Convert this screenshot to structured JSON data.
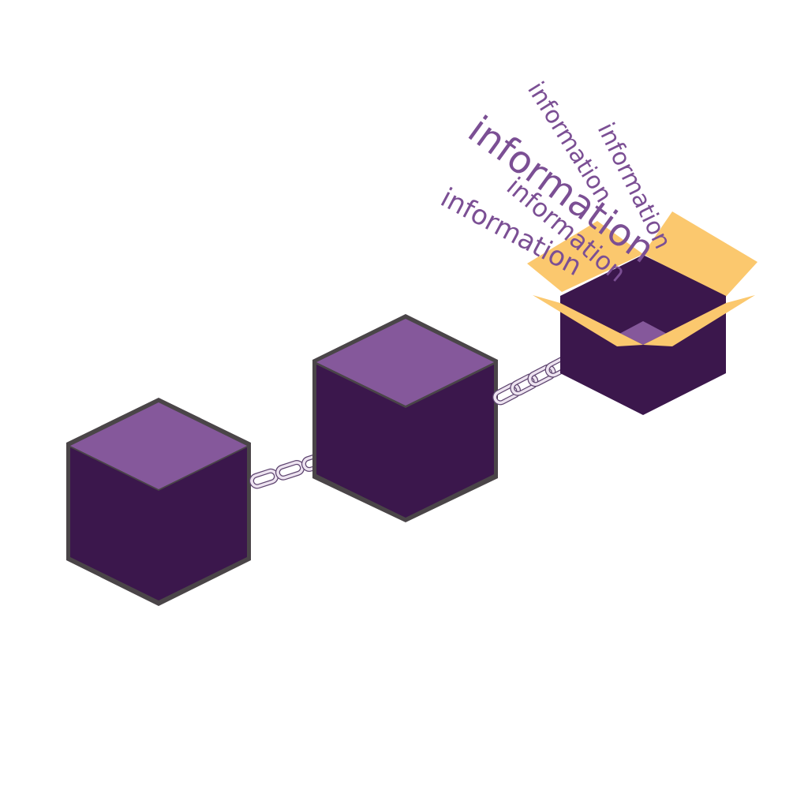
{
  "colors": {
    "background": "#ffffff",
    "cube_top": "#85589b",
    "cube_side": "#3b174c",
    "cube_outline": "#4a4548",
    "box_flap": "#fbc86e",
    "box_inner": "#85589b",
    "chain": "#ede3f0",
    "chain_outline": "#5e4570",
    "text": "#7b4f94"
  },
  "blocks": [
    {
      "name": "block-1",
      "kind": "closed-cube"
    },
    {
      "name": "block-2",
      "kind": "closed-cube"
    },
    {
      "name": "block-3",
      "kind": "open-box"
    }
  ],
  "chains": [
    {
      "name": "chain-1-2",
      "links": 4
    },
    {
      "name": "chain-2-3",
      "links": 5
    }
  ],
  "information_words": [
    {
      "text": "information",
      "emphasis": "normal"
    },
    {
      "text": "information",
      "emphasis": "large"
    },
    {
      "text": "information",
      "emphasis": "normal"
    },
    {
      "text": "information",
      "emphasis": "normal"
    },
    {
      "text": "information",
      "emphasis": "normal"
    }
  ]
}
